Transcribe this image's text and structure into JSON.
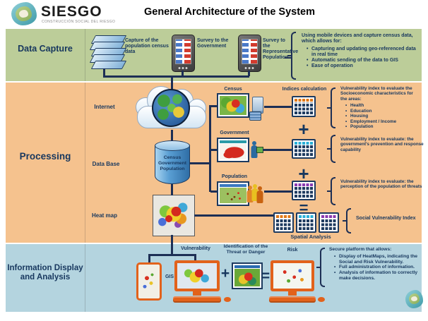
{
  "header": {
    "logo_name": "SIESGO",
    "logo_tagline": "CONSTRUCCIÓN SOCIAL DEL RIESGO",
    "title": "General Architecture of the System"
  },
  "colors": {
    "band_capture": "#bccd99",
    "band_processing": "#f5c28e",
    "band_display": "#b4d4df",
    "accent_navy": "#17375e",
    "device_orange": "#e2621b"
  },
  "capture": {
    "band_label": "Data Capture",
    "census_stack_label": "Capture of the population census data",
    "survey_gov_label": "Survey to the Government",
    "survey_pop_label": "Survey to the Representative Population",
    "note": {
      "intro": "Using mobile devices and capture census data, which allows for:",
      "bullets": [
        "Capturing and updating geo-referenced data in real time",
        "Automatic sending of the data to GIS",
        "Ease of operation"
      ]
    }
  },
  "processing": {
    "band_label": "Processing",
    "internet_label": "Internet",
    "database_label": "Data Base",
    "heatmap_label": "Heat map",
    "cylinder_lines": [
      "Census",
      "Government",
      "Population"
    ],
    "rows": [
      {
        "label": "Census"
      },
      {
        "label": "Government"
      },
      {
        "label": "Population"
      }
    ],
    "indices_label": "Indices calculation",
    "plus": "+",
    "equals": "=",
    "notes": [
      {
        "intro": "Vulnerability index to evaluate the Socioeconomic characteristics for the areas:",
        "bullets": [
          "Health",
          "Education",
          "Housing",
          "Employment / Income",
          "Population"
        ]
      },
      {
        "intro": "Vulnerability index to evaluate: the government's prevention and response capability"
      },
      {
        "intro": "Vulnerability index to evaluate: the perception of the population of threats"
      }
    ],
    "spatial_label": "Spatial Analysis",
    "svi_label": "Social Vulnerability Index"
  },
  "display": {
    "band_label_line1": "Information Display",
    "band_label_line2": "and Analysis",
    "vulnerability_label": "Vulnerability",
    "gis_label": "GIS",
    "identification_label": "Identification of the Threat or Danger",
    "risk_label": "Risk",
    "plus": "+",
    "equals": "=",
    "note": {
      "intro": "Secure platform that allows:",
      "bullets": [
        "Display of HeatMaps, indicating the Social and Risk Vulnerability.",
        "Full administration of information.",
        "Analysis of information to correctly make decisions."
      ]
    }
  }
}
